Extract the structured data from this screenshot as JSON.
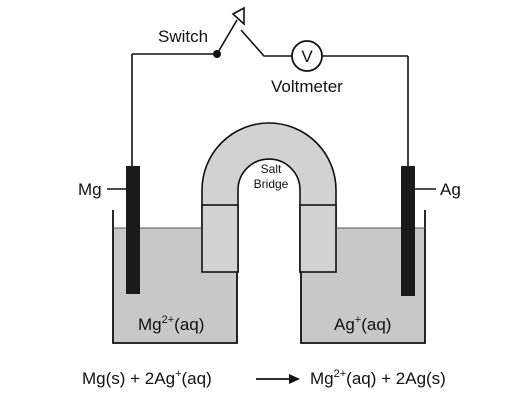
{
  "labels": {
    "switch": "Switch",
    "voltmeter": "Voltmeter",
    "voltmeter_symbol": "V",
    "left_electrode": "Mg",
    "right_electrode": "Ag",
    "salt_bridge_line1": "Salt",
    "salt_bridge_line2": "Bridge"
  },
  "solutions": {
    "left": {
      "base": "Mg",
      "charge": "2+",
      "state": "(aq)"
    },
    "right": {
      "base": "Ag",
      "charge": "+",
      "state": "(aq)"
    }
  },
  "equation": {
    "reactant1": "Mg(s) + 2Ag",
    "reactant1_charge": "+",
    "reactant1_state": "(aq)",
    "arrow": "⟶",
    "product1_base": "Mg",
    "product1_charge": "2+",
    "product1_state": "(aq) + 2Ag(s)"
  },
  "colors": {
    "line": "#111111",
    "electrode": "#1a1a1a",
    "solution": "#c8c8c8",
    "bridge": "#d2d2d2"
  }
}
